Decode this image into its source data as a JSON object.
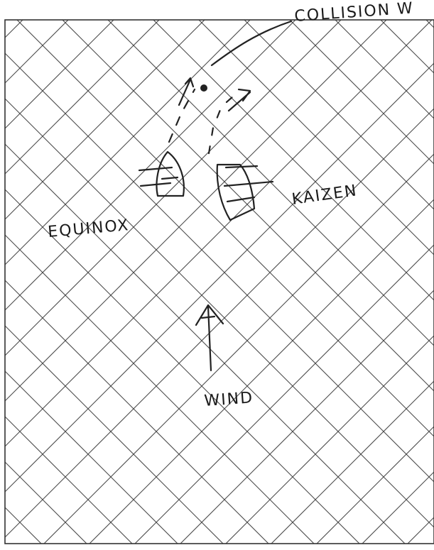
{
  "labels": {
    "collision": "COLLISION W",
    "equinox": "EQUINOX",
    "kaizen": "KAIZEN",
    "wind": "WIND"
  }
}
